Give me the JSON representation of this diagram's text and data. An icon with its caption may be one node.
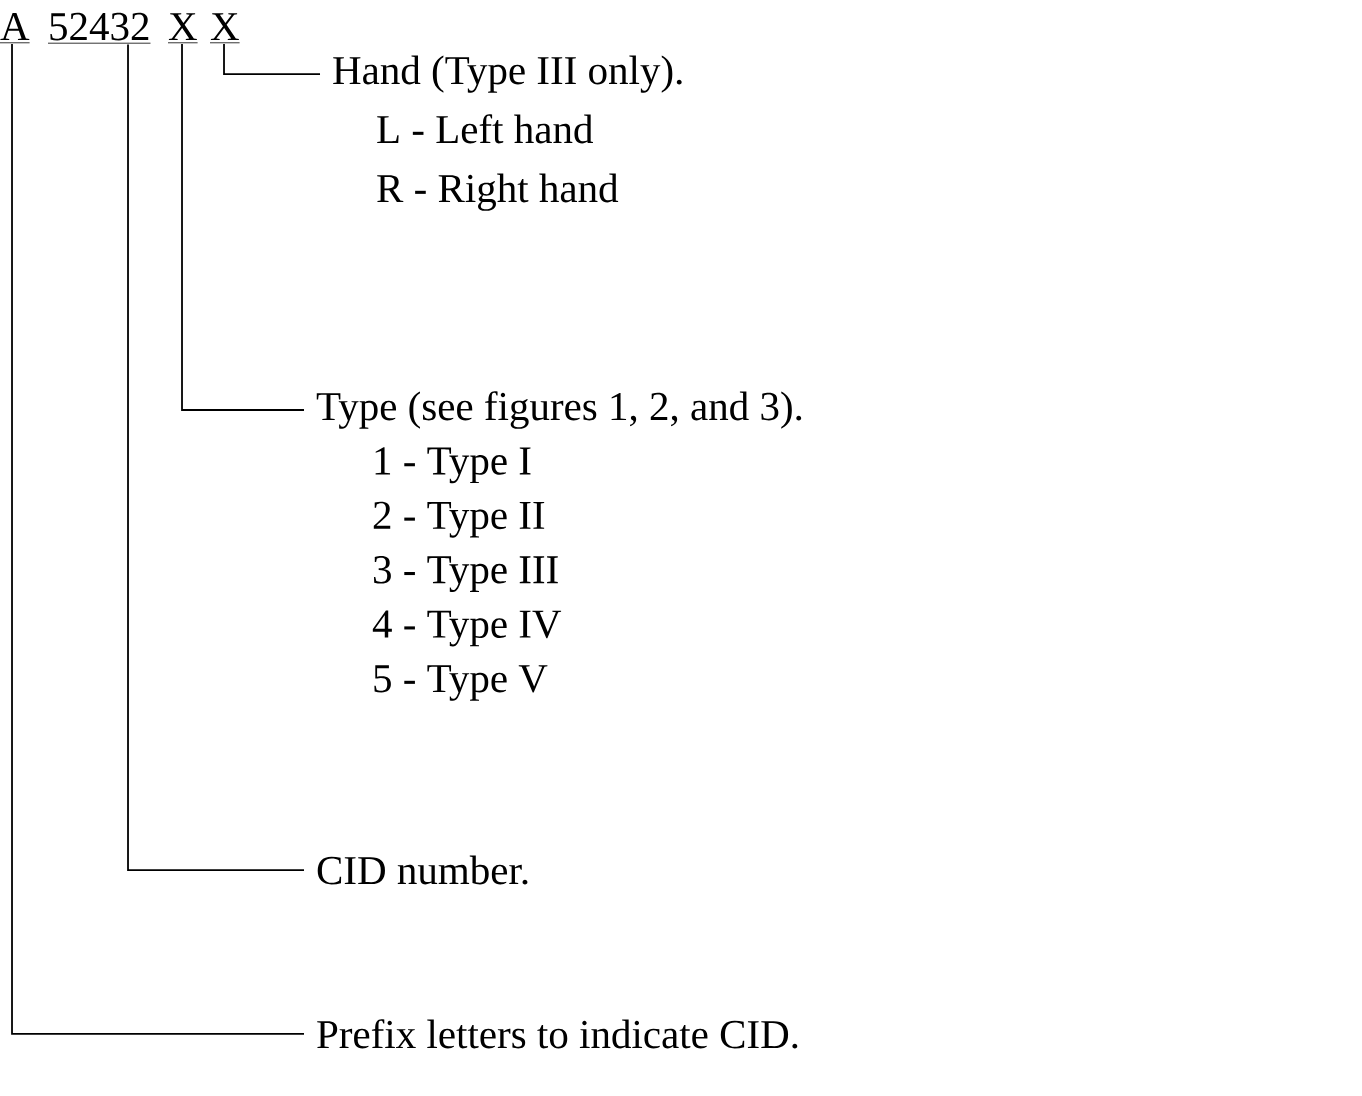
{
  "diagram": {
    "nodes": [
      {
        "text": [
          "A"
        ]
      },
      {
        "text": [
          "52432"
        ]
      },
      {
        "text": [
          "X"
        ]
      },
      {
        "text": [
          "X"
        ]
      },
      {
        "text": [
          "Hand (Type III only).",
          "L - Left hand",
          "R - Right hand"
        ]
      },
      {
        "text": [
          "Type (see figures 1, 2, and 3).",
          "1 - Type I",
          "2 - Type II",
          "3 - Type III",
          "4 - Type IV",
          "5 - Type V"
        ]
      },
      {
        "text": [
          "CID number."
        ]
      },
      {
        "text": [
          "Prefix letters to indicate CID."
        ]
      }
    ],
    "edges": [
      {
        "from": 3,
        "to": 4,
        "arrow": "none"
      },
      {
        "from": 2,
        "to": 5,
        "arrow": "none"
      },
      {
        "from": 1,
        "to": 6,
        "arrow": "none"
      },
      {
        "from": 0,
        "to": 7,
        "arrow": "none"
      }
    ]
  }
}
